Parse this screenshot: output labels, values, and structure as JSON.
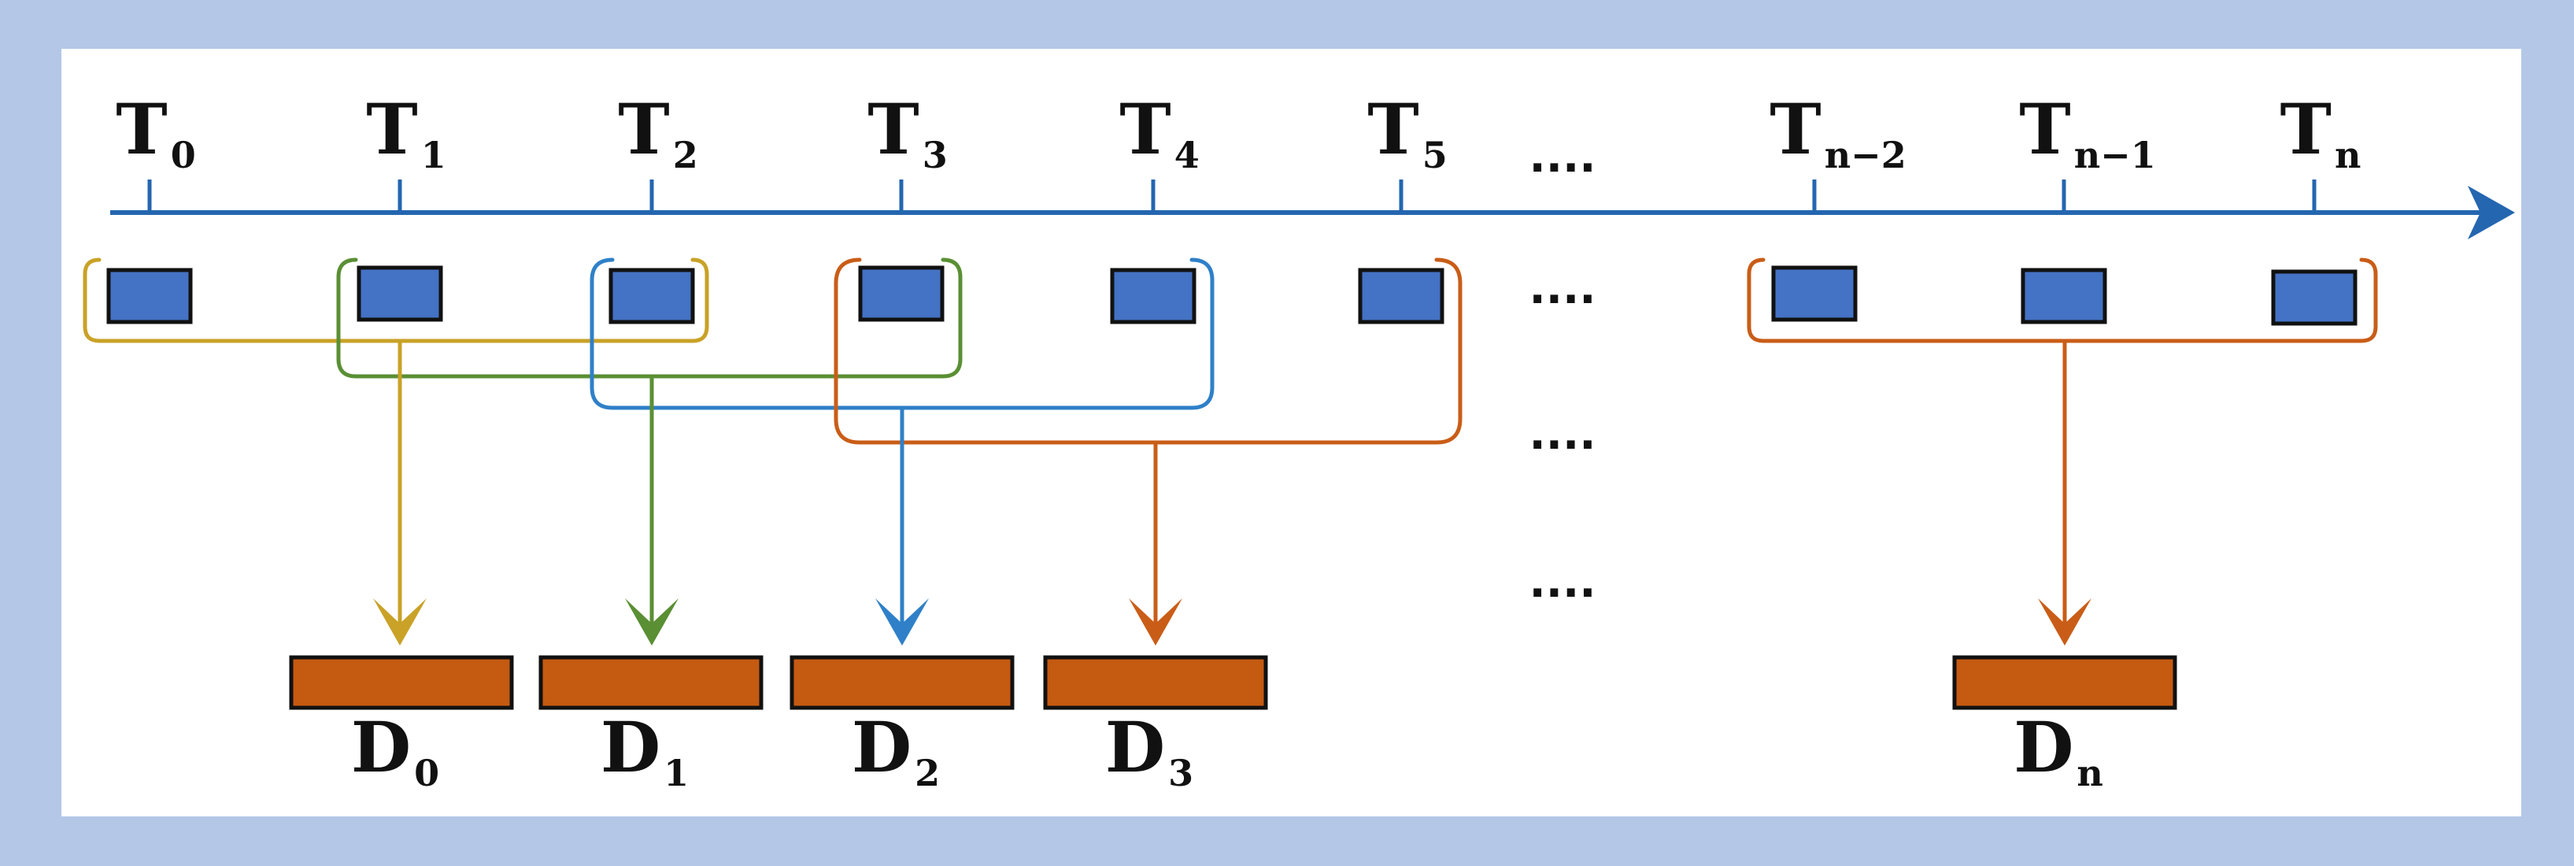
{
  "colors": {
    "frame_outer": "#b4c7e7",
    "frame_inner": "#ffffff",
    "axis": "#2466b0",
    "data_box_fill": "#4472c4",
    "data_box_stroke": "#111111",
    "output_box_fill": "#c55a11",
    "output_box_stroke": "#111111"
  },
  "timeline": {
    "ticks": [
      {
        "main": "T",
        "sub": "0"
      },
      {
        "main": "T",
        "sub": "1"
      },
      {
        "main": "T",
        "sub": "2"
      },
      {
        "main": "T",
        "sub": "3"
      },
      {
        "main": "T",
        "sub": "4"
      },
      {
        "main": "T",
        "sub": "5"
      },
      {
        "main": "T",
        "sub": "n−2"
      },
      {
        "main": "T",
        "sub": "n−1"
      },
      {
        "main": "T",
        "sub": "n"
      }
    ],
    "ellipsis": "...."
  },
  "windows": [
    {
      "color": "#c9a227",
      "arrow_color": "#c9a227"
    },
    {
      "color": "#5a8f34",
      "arrow_color": "#5a8f34"
    },
    {
      "color": "#2f80c8",
      "arrow_color": "#2f80c8"
    },
    {
      "color": "#c95d17",
      "arrow_color": "#c95d17"
    },
    {
      "color": "#c95d17",
      "arrow_color": "#c95d17"
    }
  ],
  "outputs": [
    {
      "main": "D",
      "sub": "0"
    },
    {
      "main": "D",
      "sub": "1"
    },
    {
      "main": "D",
      "sub": "2"
    },
    {
      "main": "D",
      "sub": "3"
    },
    {
      "main": "D",
      "sub": "n"
    }
  ],
  "ellipsis_rows": [
    "....",
    "....",
    "....",
    "...."
  ]
}
